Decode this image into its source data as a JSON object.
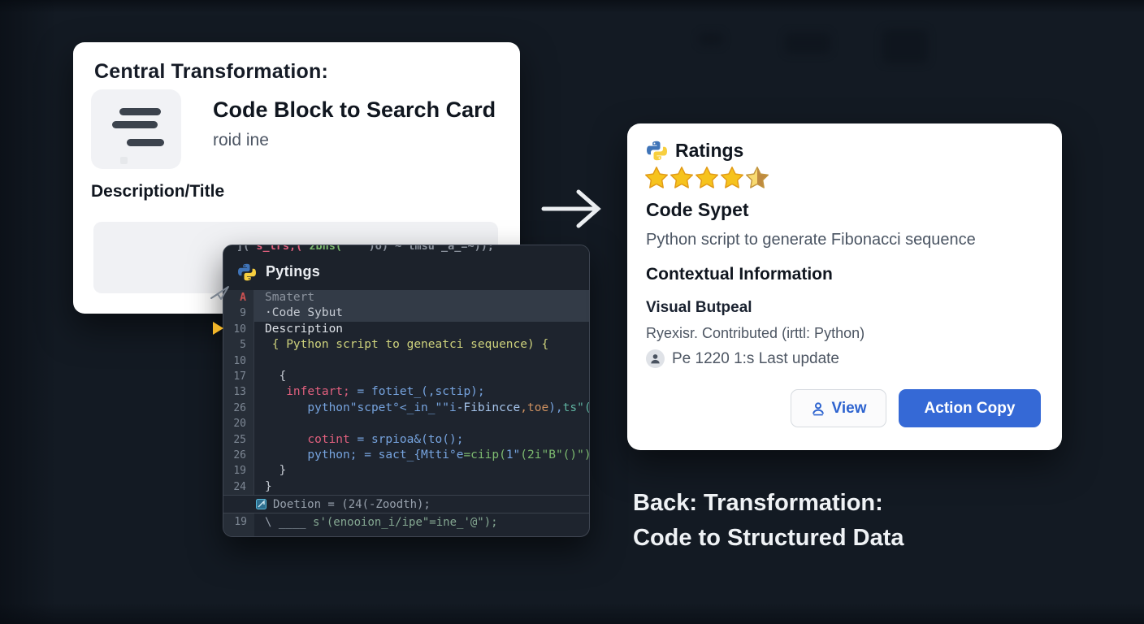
{
  "colors": {
    "background": "#131a23",
    "accent_blue": "#3569d6",
    "star_gold": "#f6c31d",
    "code_bg": "#1e242e"
  },
  "transform_card": {
    "title": "Central Transformation:",
    "headline": "Code Block to Search Card",
    "subtext": "roid ine",
    "section_label": "Description/Title"
  },
  "code_window": {
    "title": "Pytings",
    "top_line_segs": [
      {
        "t": "]( ",
        "c": "muted"
      },
      {
        "t": "s_lrs,(",
        "c": "pink"
      },
      {
        "t": " zbhs(",
        "c": "green"
      },
      {
        "t": "    )o) ~ tmsu\"_a_=~));",
        "c": "muted"
      }
    ],
    "lines": [
      {
        "num": "A",
        "num_style": "error",
        "hl": true,
        "segs": [
          {
            "t": "Smatert",
            "c": "muted"
          }
        ]
      },
      {
        "num": "9",
        "hl": true,
        "segs": [
          {
            "t": "·Code Sybut",
            "c": "light"
          }
        ]
      },
      {
        "num": "10",
        "segs": [
          {
            "t": "Description",
            "c": "bright"
          }
        ]
      },
      {
        "num": "5",
        "segs": [
          {
            "t": " { Python script to geneatci sequence) {",
            "c": "khaki"
          }
        ]
      },
      {
        "num": "10",
        "segs": []
      },
      {
        "num": "17",
        "segs": [
          {
            "t": "  {",
            "c": "light"
          }
        ]
      },
      {
        "num": "13",
        "segs": [
          {
            "t": "   ",
            "c": "light"
          },
          {
            "t": "infetart;",
            "c": "pink"
          },
          {
            "t": " = fotiet_(,sctip);",
            "c": "blue"
          }
        ]
      },
      {
        "num": "26",
        "segs": [
          {
            "t": "      python\"scpet°<_in_\"\"i",
            "c": "blue"
          },
          {
            "t": "-Fibincce",
            "c": "lightblue"
          },
          {
            "t": ",toe",
            "c": "orange"
          },
          {
            "t": "),",
            "c": "blue"
          },
          {
            "t": "ts\"(",
            "c": "teal"
          }
        ]
      },
      {
        "num": "20",
        "segs": []
      },
      {
        "num": "25",
        "segs": [
          {
            "t": "      ",
            "c": "light"
          },
          {
            "t": "cotint",
            "c": "pink"
          },
          {
            "t": " = srpioa&(to();",
            "c": "blue"
          }
        ]
      },
      {
        "num": "26",
        "segs": [
          {
            "t": "      python; = sact_{Mtti°e",
            "c": "blue"
          },
          {
            "t": "=ciip(",
            "c": "green"
          },
          {
            "t": "1\"",
            "c": "blue"
          },
          {
            "t": "(2i\"B\"()\")",
            "c": "green"
          }
        ]
      },
      {
        "num": "19",
        "segs": [
          {
            "t": "  }",
            "c": "light"
          }
        ]
      },
      {
        "num": "24",
        "segs": [
          {
            "t": "}",
            "c": "light"
          }
        ]
      }
    ],
    "footer": {
      "line1_segs": [
        {
          "t": "Doetion = (24(-Zoodth);",
          "c": "gray"
        }
      ],
      "line2_num": "19",
      "line2_segs": [
        {
          "t": "\\ ____ ",
          "c": "gray"
        },
        {
          "t": "s'(enooion_i/ipe\"=ine_'@\");",
          "c": "graygreen"
        }
      ]
    }
  },
  "result_card": {
    "header": "Ratings",
    "rating": {
      "full": 4,
      "half": 1
    },
    "title": "Code Sypet",
    "description": "Python script to generate Fibonacci sequence",
    "section": "Contextual Information",
    "subsection": "Visual Butpeal",
    "meta_line": "Ryexisr. Contributed (irttl: Python)",
    "byline": "Pe 1220 1:s Last update",
    "buttons": {
      "view": "View",
      "action": "Action Copy"
    }
  },
  "caption": {
    "line1": "Back: Transformation:",
    "line2": "Code to Structured Data"
  }
}
